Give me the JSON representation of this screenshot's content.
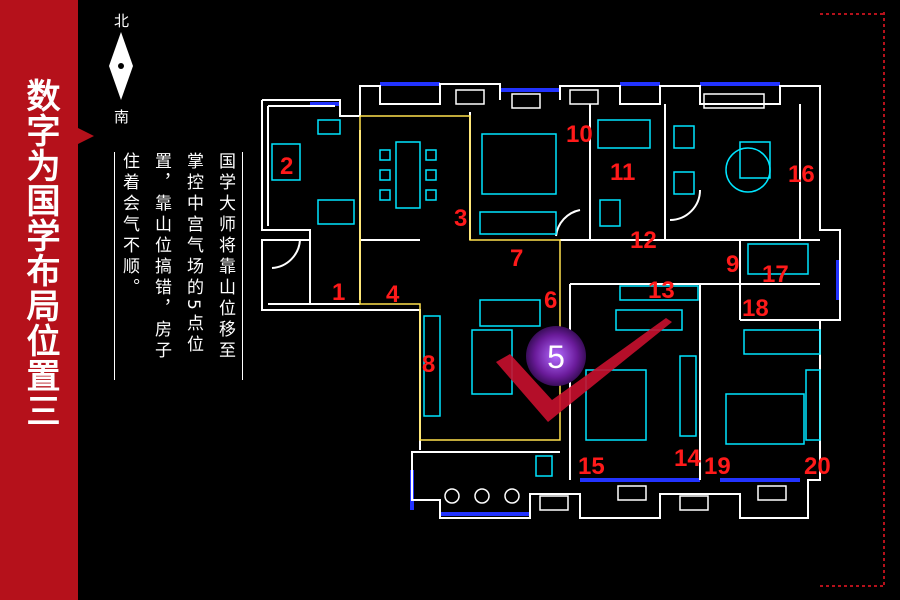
{
  "sidebar": {
    "title": "数字为国学布局位置三"
  },
  "compass": {
    "north": "北",
    "south": "南"
  },
  "description": {
    "col1": "国学大师将靠山位移至",
    "col2": "掌控中宫气场的5点位",
    "col3": "置，靠山位搞错，房子",
    "col4": "住着会气不顺。"
  },
  "highlight": {
    "label": "5"
  },
  "points": [
    "1",
    "2",
    "3",
    "4",
    "6",
    "7",
    "8",
    "9",
    "10",
    "11",
    "12",
    "13",
    "14",
    "15",
    "16",
    "17",
    "18",
    "19",
    "20"
  ],
  "colors": {
    "sidebar": "#b5111b",
    "wall": "#ffffff",
    "furniture": "#00e5ff",
    "window": "#2233ff",
    "zone": "#ffe14d",
    "number": "#ff1a1a",
    "check": "#c8102e",
    "badge": "#6a1b9a"
  }
}
